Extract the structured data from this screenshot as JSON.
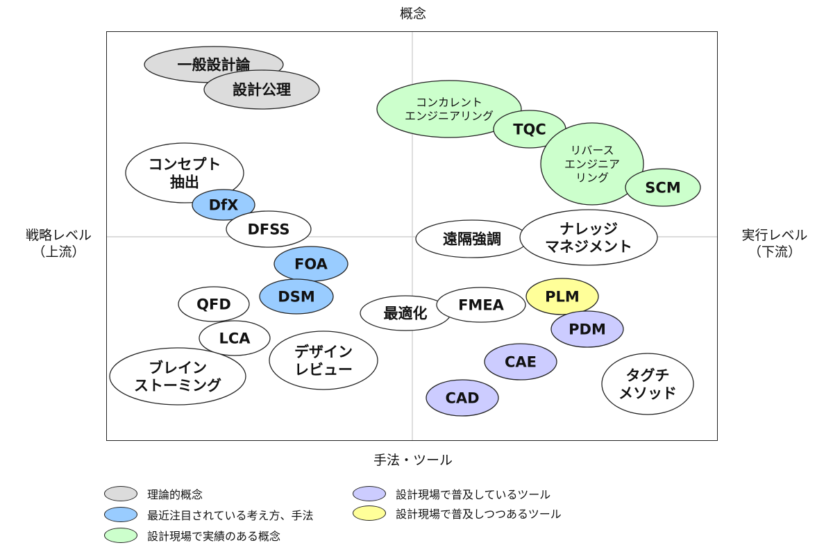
{
  "axes": {
    "top": "概念",
    "bottom": "手法・ツール",
    "left": "戦略レベル\n（上流）",
    "right": "実行レベル\n（下流）"
  },
  "colors": {
    "theory": "#dcdcdc",
    "attention": "#99ccff",
    "proven": "#ccffcc",
    "common_tool": "#ccccff",
    "emerging_tool": "#ffff99",
    "none": "#ffffff"
  },
  "legend": [
    {
      "key": "theory",
      "label": "理論的概念"
    },
    {
      "key": "attention",
      "label": "最近注目されている考え方、手法"
    },
    {
      "key": "proven",
      "label": "設計現場で実績のある概念"
    },
    {
      "key": "common_tool",
      "label": "設計現場で普及しているツール"
    },
    {
      "key": "emerging_tool",
      "label": "設計現場で普及しつつあるツール"
    }
  ],
  "nodes": [
    {
      "id": "general-design-theory",
      "label": "一般設計論",
      "cat": "theory"
    },
    {
      "id": "design-axioms",
      "label": "設計公理",
      "cat": "theory"
    },
    {
      "id": "concurrent-engineering",
      "label": "コンカレント\nエンジニアリング",
      "cat": "proven"
    },
    {
      "id": "tqc",
      "label": "TQC",
      "cat": "proven"
    },
    {
      "id": "reverse-engineering",
      "label": "リバース\nエンジニア\nリング",
      "cat": "proven"
    },
    {
      "id": "scm",
      "label": "SCM",
      "cat": "proven"
    },
    {
      "id": "concept-extraction",
      "label": "コンセプト\n抽出",
      "cat": "none"
    },
    {
      "id": "dfx",
      "label": "DfX",
      "cat": "attention"
    },
    {
      "id": "dfss",
      "label": "DFSS",
      "cat": "none"
    },
    {
      "id": "remote-collaboration",
      "label": "遠隔強調",
      "cat": "none"
    },
    {
      "id": "knowledge-management",
      "label": "ナレッジ\nマネジメント",
      "cat": "none"
    },
    {
      "id": "foa",
      "label": "FOA",
      "cat": "attention"
    },
    {
      "id": "dsm",
      "label": "DSM",
      "cat": "attention"
    },
    {
      "id": "qfd",
      "label": "QFD",
      "cat": "none"
    },
    {
      "id": "optimization",
      "label": "最適化",
      "cat": "none"
    },
    {
      "id": "fmea",
      "label": "FMEA",
      "cat": "none"
    },
    {
      "id": "plm",
      "label": "PLM",
      "cat": "emerging_tool"
    },
    {
      "id": "pdm",
      "label": "PDM",
      "cat": "common_tool"
    },
    {
      "id": "lca",
      "label": "LCA",
      "cat": "none"
    },
    {
      "id": "design-review",
      "label": "デザイン\nレビュー",
      "cat": "none"
    },
    {
      "id": "brainstorming",
      "label": "ブレイン\nストーミング",
      "cat": "none"
    },
    {
      "id": "cae",
      "label": "CAE",
      "cat": "common_tool"
    },
    {
      "id": "taguchi-method",
      "label": "タグチ\nメソッド",
      "cat": "none"
    },
    {
      "id": "cad",
      "label": "CAD",
      "cat": "common_tool"
    }
  ]
}
